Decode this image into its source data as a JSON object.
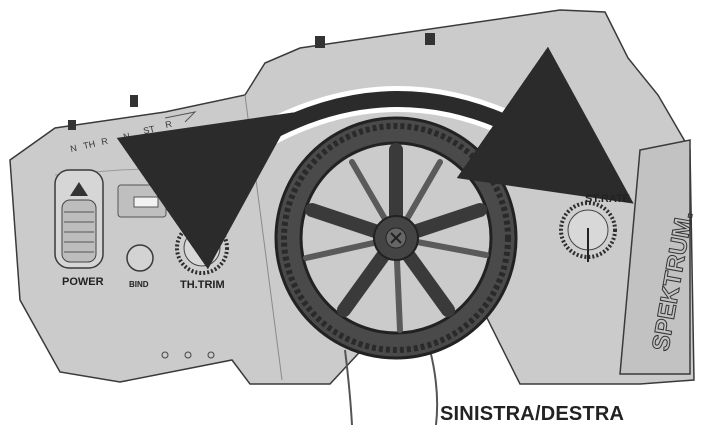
{
  "switches": {
    "group1": [
      "N",
      "TH",
      "R"
    ],
    "group2": [
      "N",
      "ST",
      "R"
    ]
  },
  "labels": {
    "power": "POWER",
    "bind": "BIND",
    "th_trim": "TH.TRIM",
    "st_rate": "ST.RATE",
    "brand": "SPEKTRUM."
  },
  "caption": "SINISTRA/DESTRA",
  "colors": {
    "body": "#cbcbcb",
    "outline": "#3a3a3a",
    "wheel": "#4a4a4a",
    "arrow": "#2b2b2b"
  }
}
